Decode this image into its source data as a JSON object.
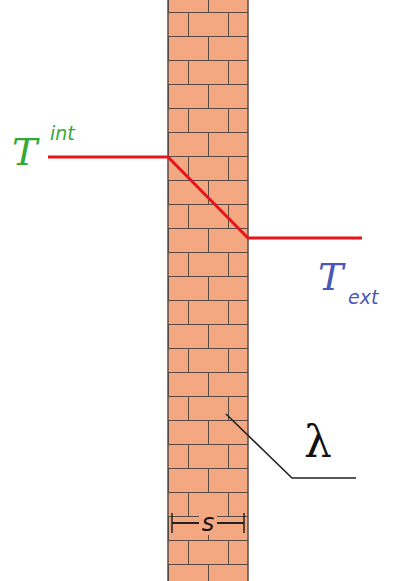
{
  "diagram": {
    "labels": [
      "T",
      "int",
      "T",
      "ext",
      "λ",
      "s"
    ]
  }
}
